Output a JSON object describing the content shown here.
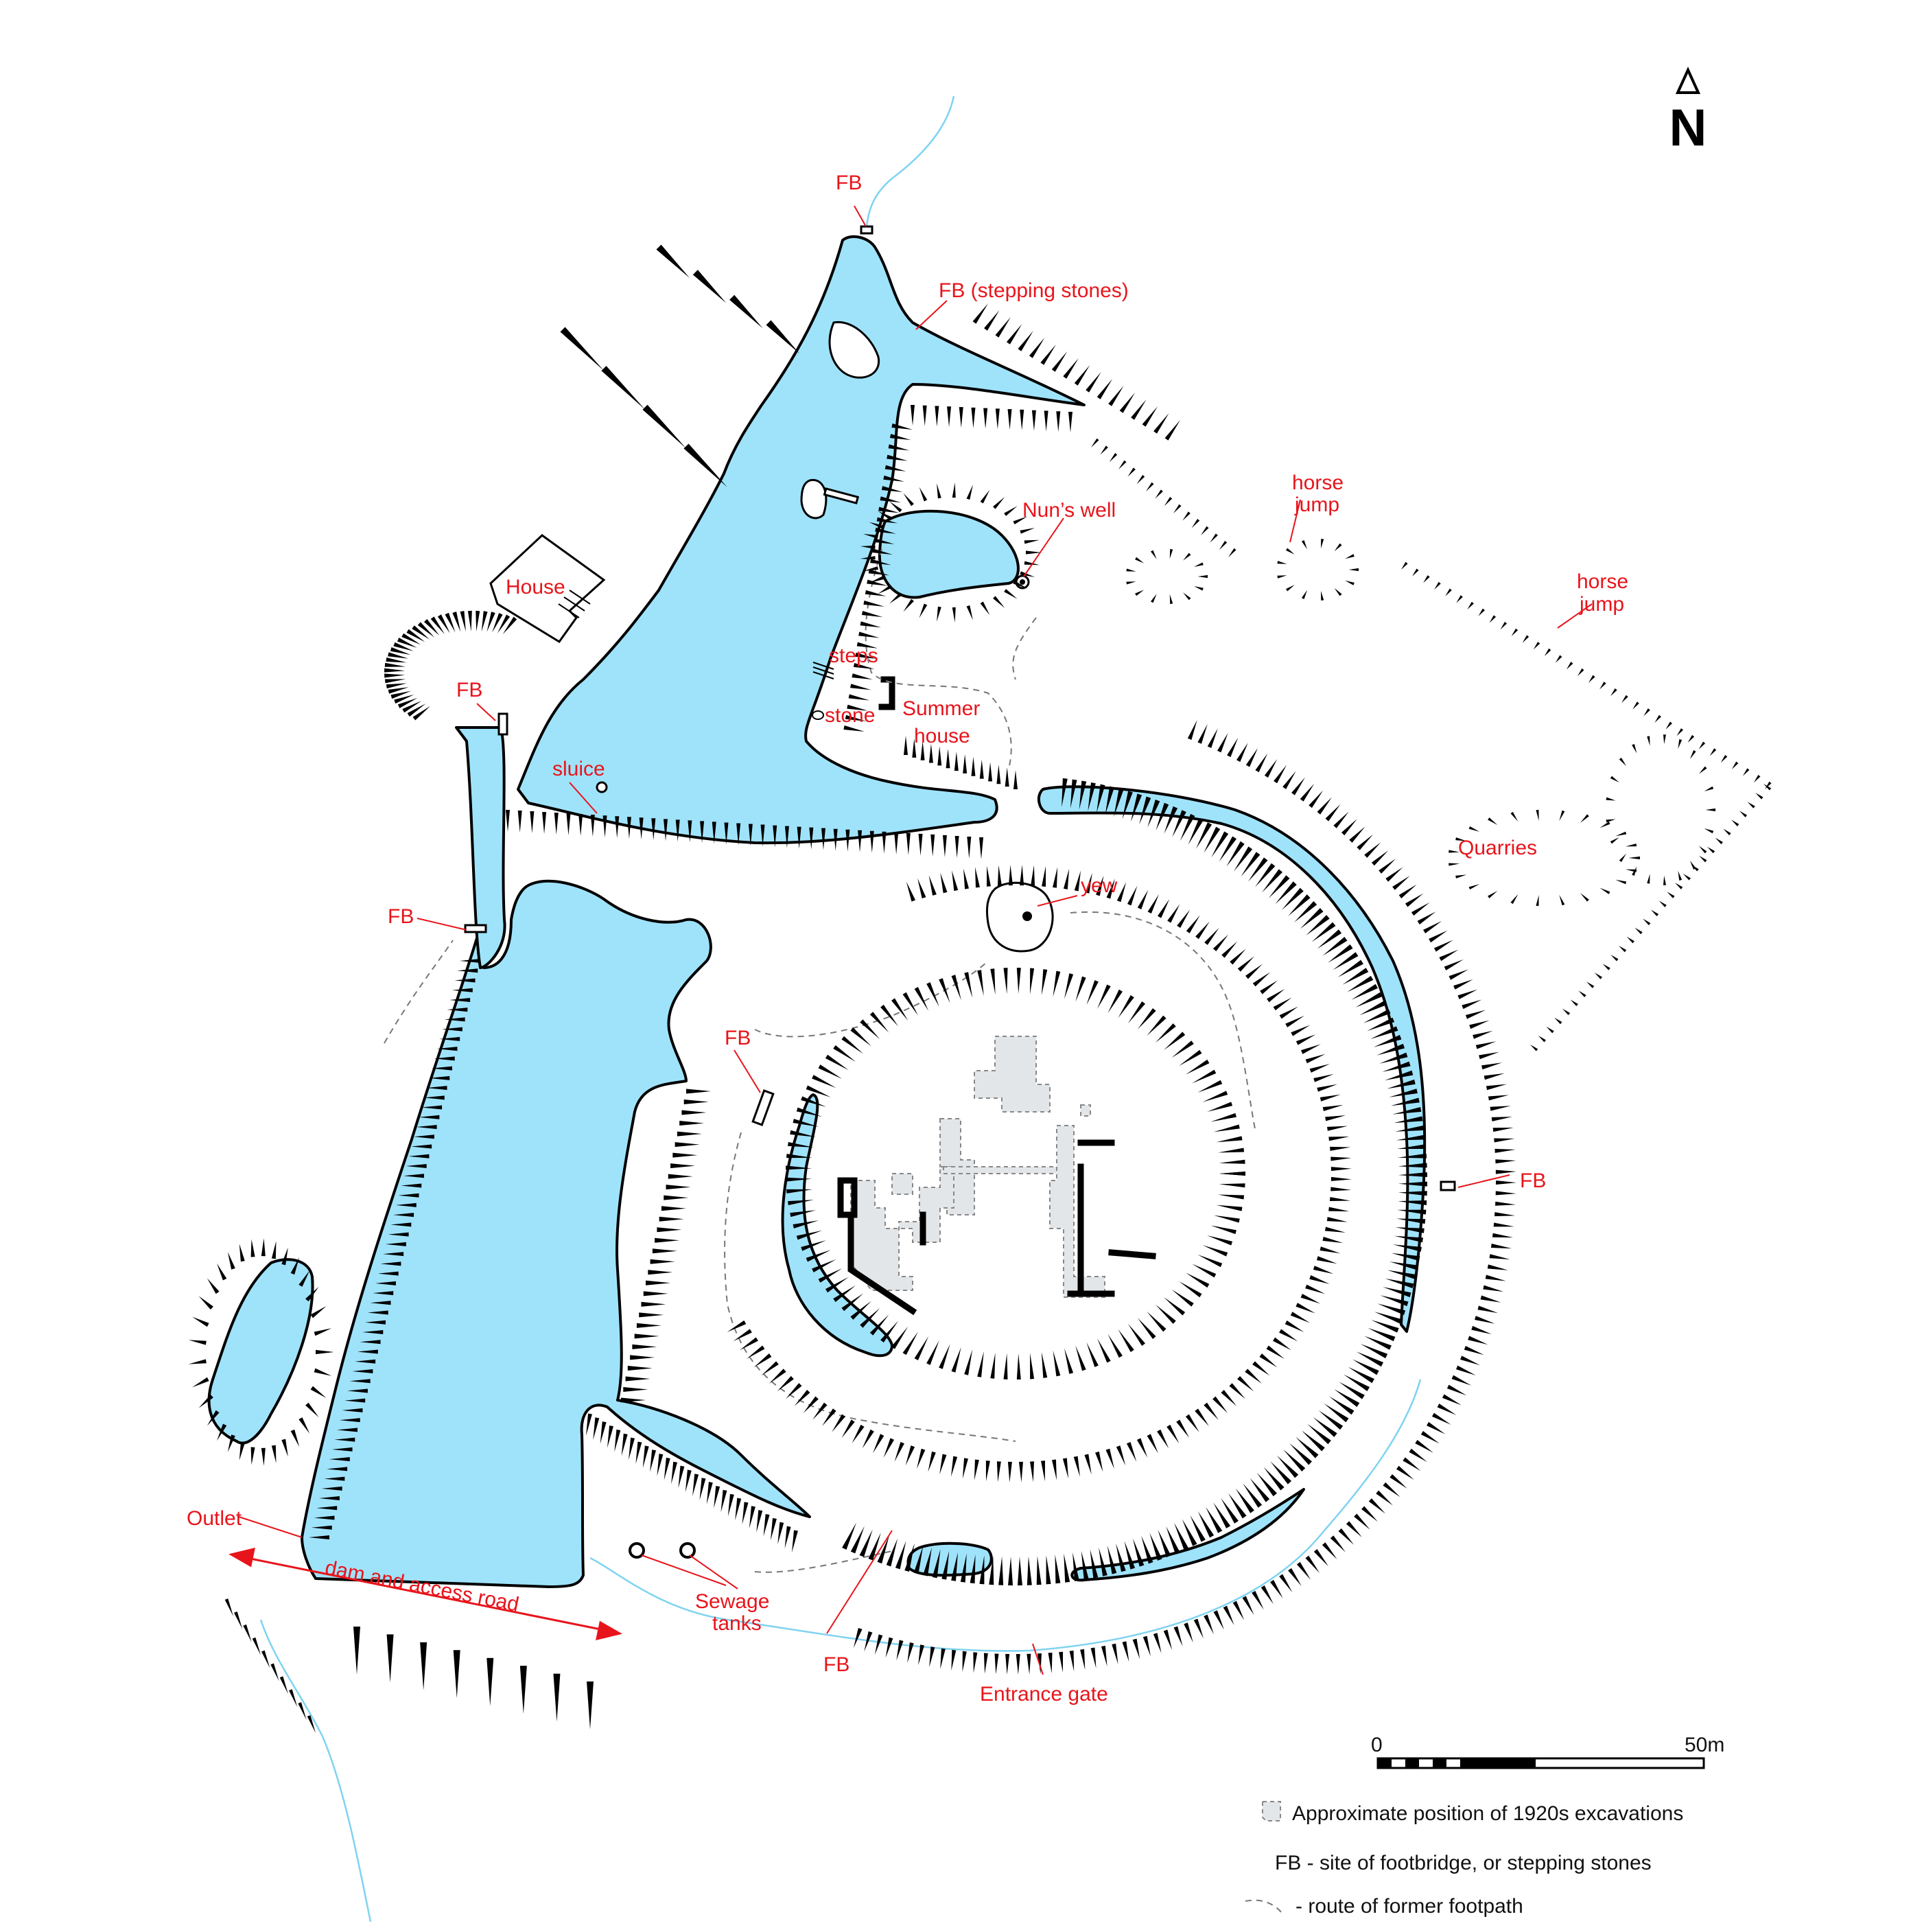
{
  "north": "N",
  "labels": {
    "fb_top": "FB",
    "fb_stepping": "FB (stepping stones)",
    "house": "House",
    "fb_house": "FB",
    "sluice": "sluice",
    "fb_west": "FB",
    "nuns_well": "Nun’s well",
    "horse_jump_1a": "horse",
    "horse_jump_1b": "jump",
    "horse_jump_2a": "horse",
    "horse_jump_2b": "jump",
    "steps": "steps",
    "stone": "stone",
    "summer_house_a": "Summer",
    "summer_house_b": "house",
    "quarries": "Quarries",
    "yew": "yew",
    "fb_mid": "FB",
    "fb_east": "FB",
    "outlet": "Outlet",
    "dam": "dam and access road",
    "sewage_a": "Sewage",
    "sewage_b": "tanks",
    "fb_south": "FB",
    "entrance": "Entrance gate"
  },
  "scale": {
    "start": "0",
    "end": "50m"
  },
  "legend": {
    "excavations": "Approximate position of 1920s excavations",
    "footbridge": "FB - site of footbridge, or stepping stones",
    "footpath": "- route of former footpath"
  },
  "colors": {
    "water": "#9fe3fb",
    "label": "#e8141b",
    "excavation": "#e3e6e9",
    "stream": "#7fd3f1"
  }
}
